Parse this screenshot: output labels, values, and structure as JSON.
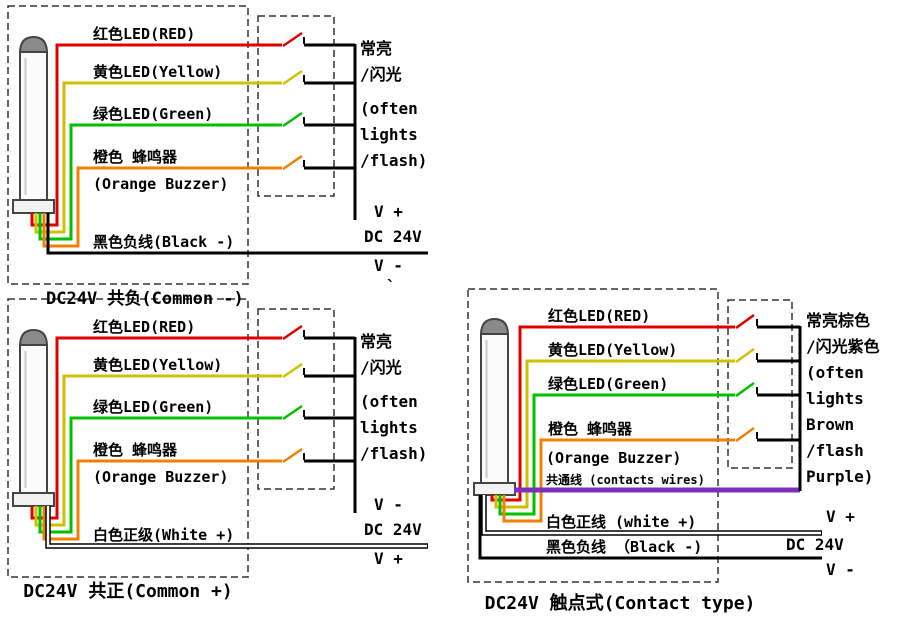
{
  "colors": {
    "red": "#e00000",
    "yellow": "#cfc000",
    "green": "#00c000",
    "orange": "#ef8000",
    "purple": "#7b2fbf",
    "black": "#000000"
  },
  "d1": {
    "labels": {
      "red": "红色LED(RED)",
      "yellow": "黄色LED(Yellow)",
      "green": "绿色LED(Green)",
      "orange1": "橙色 蜂鸣器",
      "orange2": "(Orange Buzzer)",
      "black": "黑色负线(Black -)"
    },
    "note": [
      "常亮",
      "/闪光",
      "(often",
      "lights",
      "/flash)"
    ],
    "terminals": {
      "plus": "V +",
      "supply": "DC 24V",
      "minus": "V -"
    },
    "caption_clipped": "DC24V 共负(Common -)",
    "stray_mark": "`"
  },
  "d2": {
    "labels": {
      "red": "红色LED(RED)",
      "yellow": "黄色LED(Yellow)",
      "green": "绿色LED(Green)",
      "orange1": "橙色 蜂鸣器",
      "orange2": "(Orange Buzzer)",
      "white": "白色正级(White +)"
    },
    "note": [
      "常亮",
      "/闪光",
      "(often",
      "lights",
      "/flash)"
    ],
    "terminals": {
      "minus": "V -",
      "supply": "DC 24V",
      "plus": "V +"
    },
    "caption": "DC24V 共正(Common +)"
  },
  "d3": {
    "labels": {
      "red": "红色LED(RED)",
      "yellow": "黄色LED(Yellow)",
      "green": "绿色LED(Green)",
      "orange1": "橙色 蜂鸣器",
      "orange2": "(Orange Buzzer)",
      "common": "共通线 (contacts wires)",
      "white": "白色正线 (white +)",
      "black": "黑色负线 （Black -)"
    },
    "note": [
      "常亮棕色",
      "/闪光紫色",
      "(often",
      "lights",
      "Brown",
      "/flash",
      "Purple)"
    ],
    "terminals": {
      "plus": "V +",
      "supply": "DC 24V",
      "minus": "V -"
    },
    "caption": "DC24V 触点式(Contact type)"
  }
}
